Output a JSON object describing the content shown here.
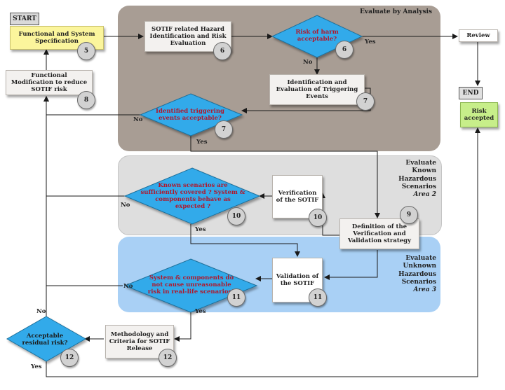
{
  "regions": {
    "analysis": "Evaluate by Analysis",
    "area2": {
      "title": "Evaluate Known Hazardous Scenarios",
      "sub": "Area 2"
    },
    "area3": {
      "title": "Evaluate Unknown Hazardous Scenarios",
      "sub": "Area 3"
    }
  },
  "terminals": {
    "start": "START",
    "end": "END"
  },
  "boxes": {
    "spec": "Functional and System Specification",
    "hazard": "SOTIF related Hazard Identification and Risk Evaluation",
    "review": "Review",
    "modification": "Functional Modification to reduce SOTIF risk",
    "triggering_eval": "Identification and Evaluation of Triggering Events",
    "risk_accepted": "Risk accepted",
    "verification": "Verification of the SOTIF",
    "strategy": "Definition of the Verification and Validation strategy",
    "validation": "Validation of the SOTIF",
    "methodology": "Methodology and Criteria for SOTIF Release"
  },
  "decisions": {
    "risk_harm": "Risk of harm acceptable?",
    "triggering": "Identified triggering events acceptable?",
    "known": "Known scenarios are sufficiently covered ? System & components behave as expected ?",
    "unknown": "System & components do not cause unreasonable risk in real-life scenarios?",
    "residual": "Acceptable residual risk?"
  },
  "badges": {
    "spec": "5",
    "hazard": "6",
    "risk_harm": "6",
    "triggering_eval": "7",
    "triggering": "7",
    "modification": "8",
    "strategy": "9",
    "verification": "10",
    "known": "10",
    "validation": "11",
    "unknown": "11",
    "methodology": "12",
    "residual": "12"
  },
  "edge_labels": {
    "yes": "Yes",
    "no": "No"
  },
  "colors": {
    "analysis_region": "#a89d94",
    "area2_region": "#dedede",
    "area3_region": "#a9d0f5",
    "diamond_fill": "#33aaea",
    "decision_text": "#b0182c",
    "arrow": "#1a1a1a"
  }
}
